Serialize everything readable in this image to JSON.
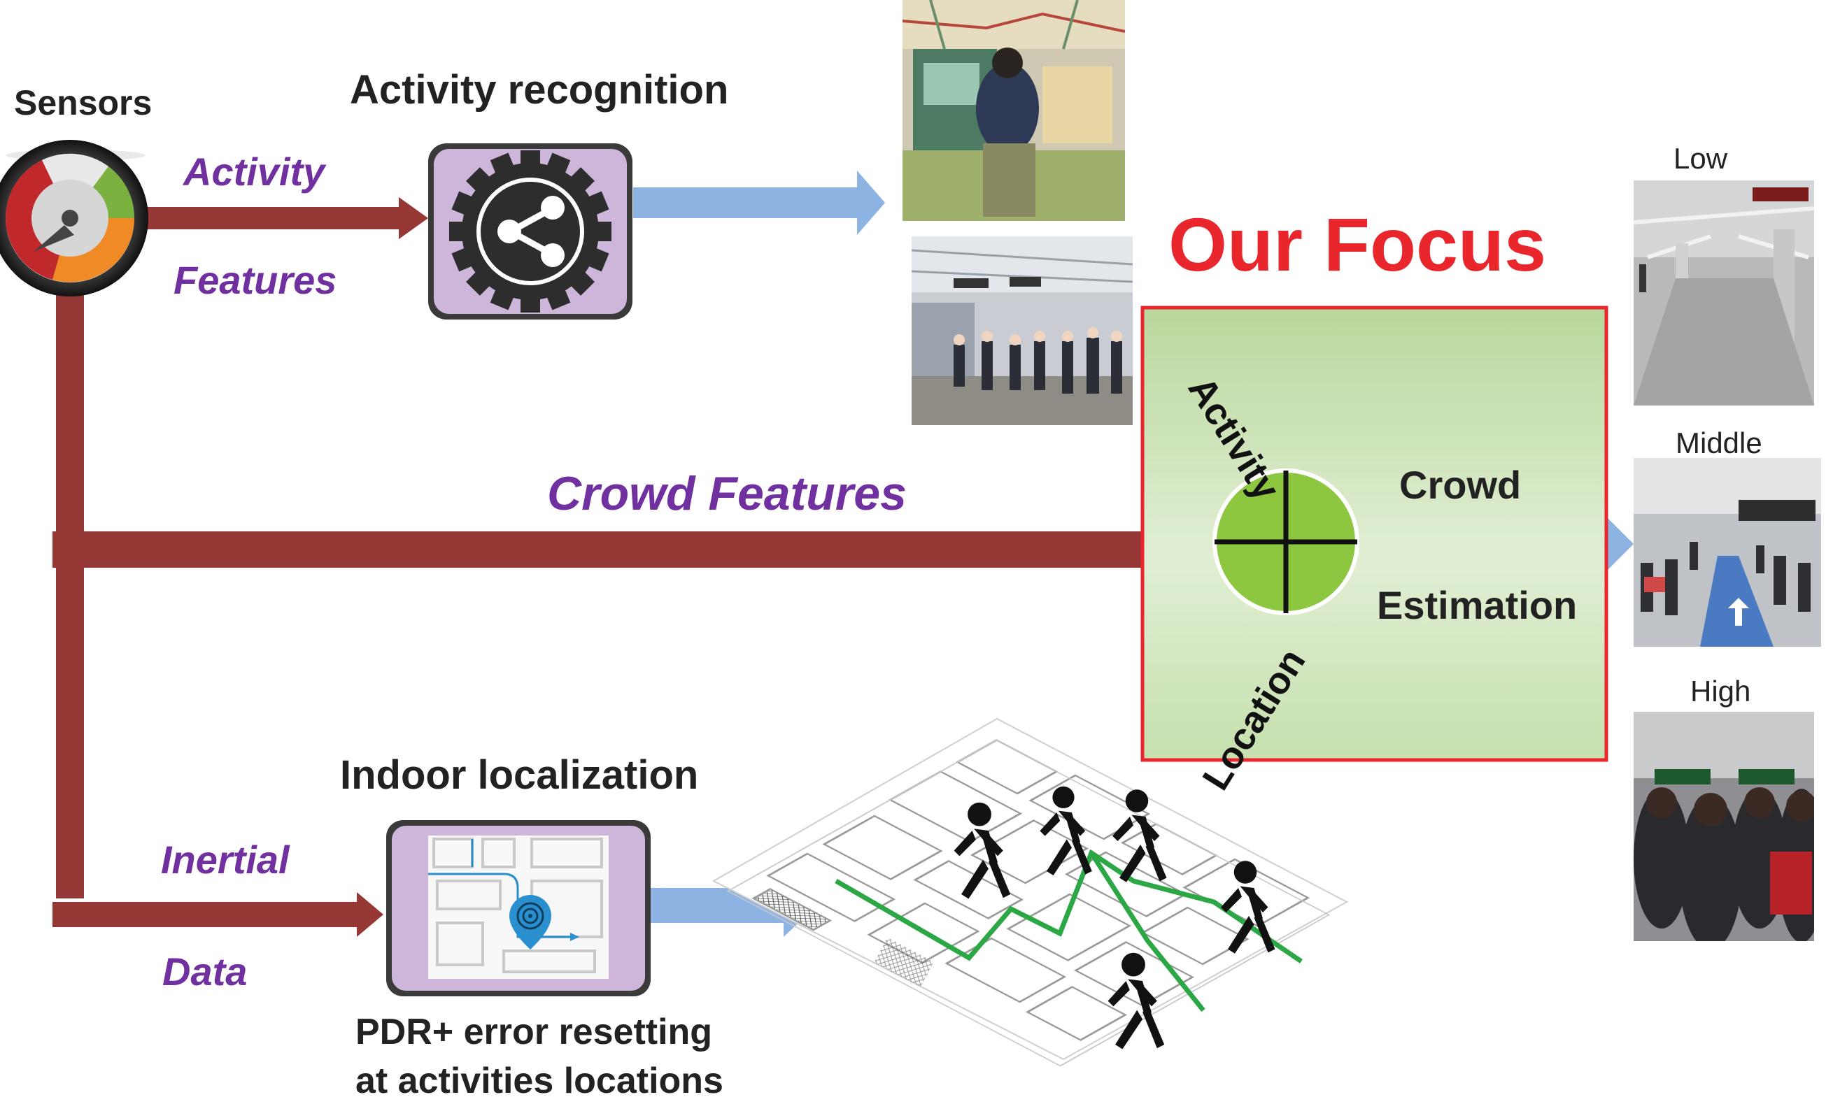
{
  "labels": {
    "sensors": "Sensors",
    "activity_recognition": "Activity recognition",
    "activity_features_1": "Activity",
    "activity_features_2": "Features",
    "crowd_features": "Crowd Features",
    "our_focus": "Our Focus",
    "focus_activity": "Activity",
    "focus_location": "Location",
    "crowd": "Crowd",
    "estimation": "Estimation",
    "indoor_localization": "Indoor localization",
    "inertial": "Inertial",
    "data": "Data",
    "pdr_line1": "PDR+ error resetting",
    "pdr_line2": "at activities locations"
  },
  "levels": {
    "low": "Low",
    "middle": "Middle",
    "high": "High"
  },
  "colors": {
    "arrow_red": "#953735",
    "arrow_blue": "#8DB3E2",
    "purple": "#7030A0",
    "focus_red": "#E8262C",
    "focus_fill_top": "#B7D79A",
    "green_plus": "#8DC63F",
    "path_green": "#2BA845"
  },
  "icons": {
    "sensor": "gauge-icon",
    "activity": "share-gear-icon",
    "localization": "map-pin-icon",
    "combine": "plus-icon",
    "walker": "walking-person-icon"
  }
}
